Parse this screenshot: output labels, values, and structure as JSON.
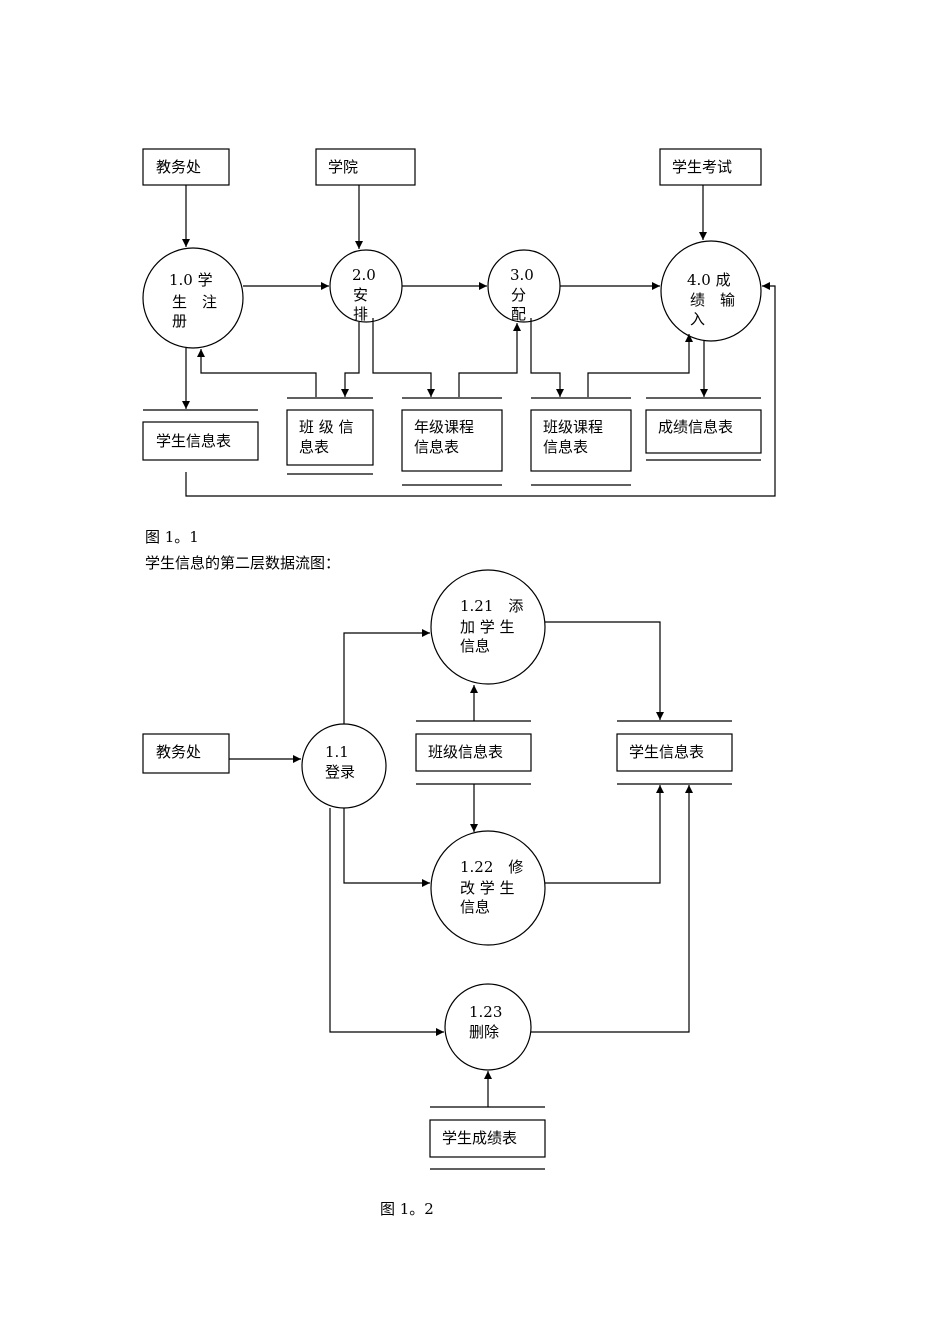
{
  "figure1": {
    "entities": {
      "jiaowuchu": "教务处",
      "xueyuan": "学院",
      "xueshengkaoshi": "学生考试"
    },
    "processes": {
      "p1": [
        "1.0 学",
        "生　注",
        "册"
      ],
      "p2": [
        "2.0",
        "安",
        "排"
      ],
      "p3": [
        "3.0",
        "分",
        "配"
      ],
      "p4": [
        "4.0 成",
        "绩　输",
        "入"
      ]
    },
    "stores": {
      "xueshengxinxi": [
        "学生信息表"
      ],
      "banjixinxi": [
        "班 级 信",
        "息表"
      ],
      "nianjikecheng": [
        "年级课程",
        "信息表"
      ],
      "banjikecheng": [
        "班级课程",
        "信息表"
      ],
      "chengji": [
        "成绩信息表"
      ]
    },
    "caption": "图 1。1"
  },
  "subtitle": "学生信息的第二层数据流图：",
  "figure2": {
    "entities": {
      "jiaowuchu": "教务处"
    },
    "processes": {
      "p11": [
        "1.1",
        "登录"
      ],
      "p121": [
        "1.21　添",
        "加 学 生",
        "信息"
      ],
      "p122": [
        "1.22　修",
        "改 学 生",
        "信息"
      ],
      "p123": [
        "1.23",
        "删除"
      ]
    },
    "stores": {
      "banjixinxi": "班级信息表",
      "xueshengxinxi": "学生信息表",
      "xueshengchengji": "学生成绩表"
    },
    "caption": "图 1。2"
  }
}
